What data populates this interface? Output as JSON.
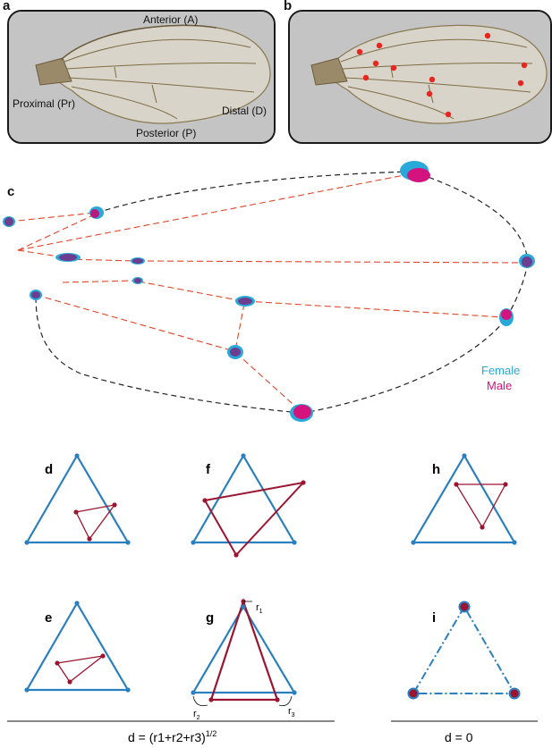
{
  "panels": {
    "a": "a",
    "b": "b",
    "c": "c",
    "d": "d",
    "e": "e",
    "f": "f",
    "g": "g",
    "h": "h",
    "i": "i"
  },
  "wing_axes": {
    "anterior": "Anterior (A)",
    "posterior": "Posterior (P)",
    "proximal": "Proximal (Pr)",
    "distal": "Distal (D)"
  },
  "legend": {
    "female": "Female",
    "male": "Male"
  },
  "g_labels": {
    "r1": "r",
    "r1_sub": "1",
    "r2": "r",
    "r2_sub": "2",
    "r3": "r",
    "r3_sub": "3"
  },
  "formulas": {
    "left": "d = (r1+r2+r3)",
    "left_sup": "1/2",
    "right": "d = 0"
  },
  "colors": {
    "female": "#29a9d9",
    "male": "#d4137f",
    "reference_triangle": "#2a7fbf",
    "test_triangle": "#9b1530",
    "landmark": "#e8251f",
    "outline_dash": "#222222",
    "vein_dash": "#e0462a"
  }
}
